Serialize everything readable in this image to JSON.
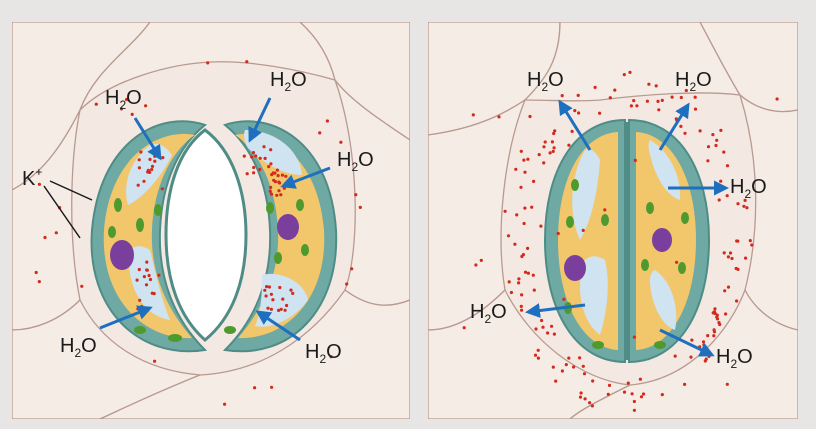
{
  "labels": {
    "ion": "K",
    "ion_charge": "+",
    "water": "H",
    "water_sub": "2",
    "water_tail": "O"
  },
  "colors": {
    "page_bg": "#e8e6e4",
    "epidermis": "#f3e8e2",
    "cell_line": "#b89a90",
    "guard_wall": "#6fa9a3",
    "guard_wall_dark": "#4f8c86",
    "cytoplasm": "#f2c66a",
    "vacuole": "#cfe3f0",
    "nucleus": "#7a3f9c",
    "chloroplast": "#4f9a2f",
    "ion_dot": "#d42a1c",
    "arrow": "#1f6fbf"
  },
  "panels": [
    {
      "state": "closed-to-open",
      "icon": "stoma-open"
    },
    {
      "state": "open-to-closed",
      "icon": "stoma-closed"
    }
  ]
}
